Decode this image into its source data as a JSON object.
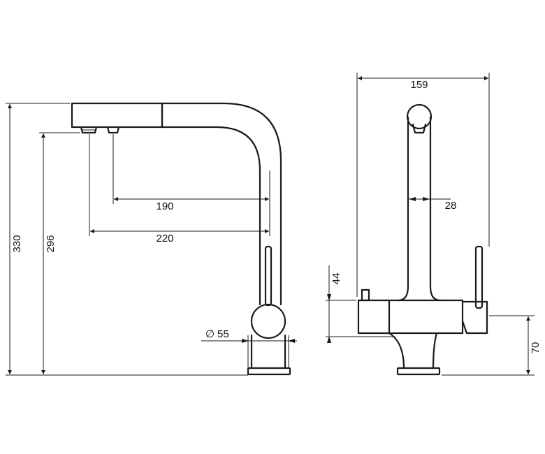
{
  "side_view": {
    "dim_height_total": "330",
    "dim_height_outlet": "296",
    "dim_reach_outlet_1": "190",
    "dim_reach_outlet_2": "220",
    "dim_base_diameter": "55",
    "diameter_symbol": "∅"
  },
  "front_view": {
    "dim_width": "159",
    "dim_spout_width": "28",
    "dim_body_height": "44",
    "dim_lever_height": "70"
  }
}
